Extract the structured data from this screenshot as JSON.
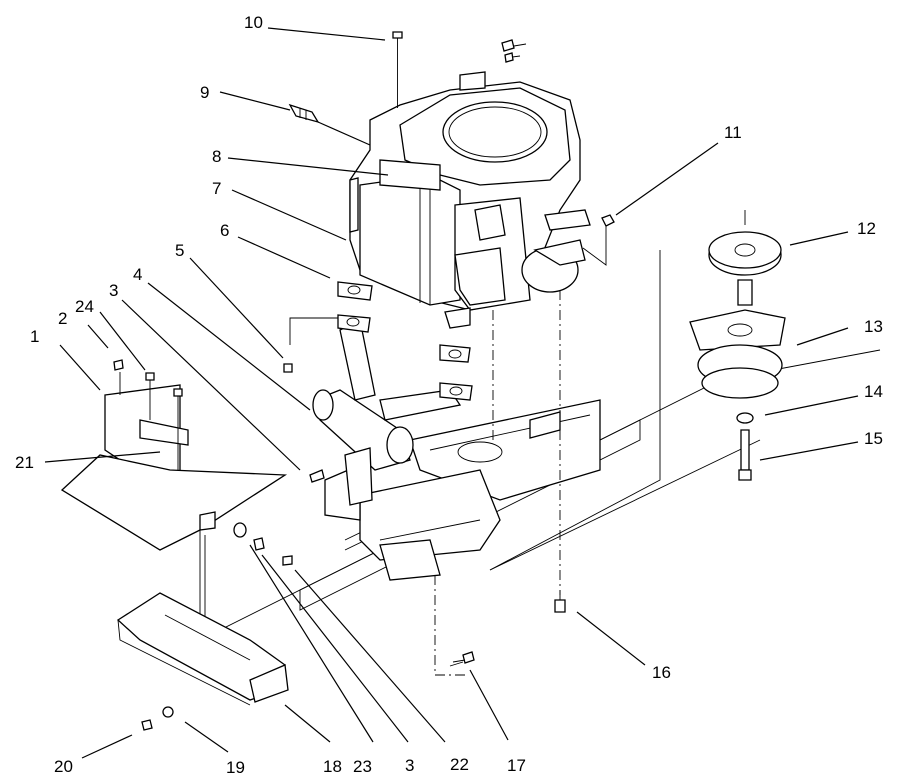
{
  "callouts": [
    "1",
    "2",
    "24",
    "3",
    "4",
    "5",
    "6",
    "7",
    "8",
    "9",
    "10",
    "11",
    "12",
    "13",
    "14",
    "15",
    "16",
    "17",
    "3",
    "22",
    "23",
    "18",
    "19",
    "20",
    "21"
  ]
}
